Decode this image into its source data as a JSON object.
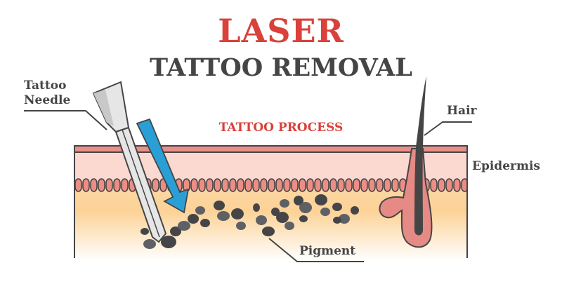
{
  "title": {
    "main": "LASER",
    "sub": "TATTOO REMOVAL"
  },
  "section_label": "TATTOO PROCESS",
  "labels": {
    "needle_line1": "Tattoo",
    "needle_line2": "Needle",
    "hair": "Hair",
    "epidermis": "Epidermis",
    "pigment": "Pigment"
  },
  "colors": {
    "title_red": "#d9413a",
    "text_dark": "#454545",
    "outline": "#454545",
    "skin_top_stripe": "#ea8f88",
    "epidermis_pink": "#fbd8d0",
    "cells": "#ec8d86",
    "dermis_yellow": "#fcd59a",
    "arrow_blue": "#2a9fd6",
    "pigment_dark": "#454548",
    "pigment_mid": "#5e6066",
    "follicle": "#e58a85",
    "needle_light": "#e6e6e6",
    "needle_shade": "#c8c8c8"
  }
}
